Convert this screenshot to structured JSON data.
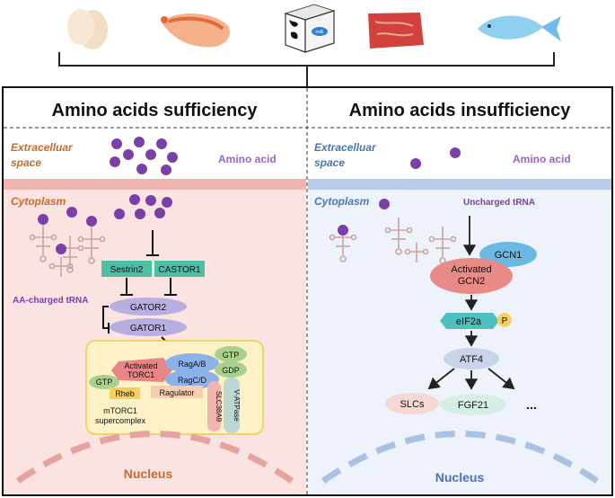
{
  "left": {
    "header": "Amino acids sufficiency",
    "extracellular_line1": "Extracelluar",
    "extracellular_line2": "space",
    "amino_acid": "Amino acid",
    "cytoplasm": "Cytoplasm",
    "aa_charged_trna": "AA-charged tRNA",
    "sestrin2": "Sestrin2",
    "castor1": "CASTOR1",
    "gator2": "GATOR2",
    "gator1": "GATOR1",
    "activated_torc1_line1": "Activated",
    "activated_torc1_line2": "TORC1",
    "rag_ab": "RagA/B",
    "rag_cd": "RagC/D",
    "gtp_top": "GTP",
    "gdp": "GDP",
    "gtp_left": "GTP",
    "rheb": "Rheb",
    "ragulator": "Ragulator",
    "slc38a9": "SLC38A9",
    "vatpase": "V-ATPase",
    "supercomplex_line1": "mTORC1",
    "supercomplex_line2": "supercomplex",
    "nucleus": "Nucleus"
  },
  "right": {
    "header": "Amino acids insufficiency",
    "extracellular_line1": "Extracelluar",
    "extracellular_line2": "space",
    "amino_acid": "Amino acid",
    "cytoplasm": "Cytoplasm",
    "uncharged_trna": "Uncharged tRNA",
    "gcn1": "GCN1",
    "activated_gcn2_line1": "Activated",
    "activated_gcn2_line2": "GCN2",
    "eif2a": "eIF2a",
    "phospho": "P",
    "atf4": "ATF4",
    "slcs": "SLCs",
    "fgf21": "FGF21",
    "ellipsis": "...",
    "nucleus": "Nucleus"
  },
  "food": {
    "milk_label": "milk"
  },
  "colors": {
    "amino_acid": "#7b3fa8",
    "left_bg": "#fbe3e1",
    "right_bg": "#eef2fb",
    "left_italic": "#c66a2a",
    "right_italic": "#4a73b8",
    "teal": "#4dbfa5",
    "lavender": "#b8aee0",
    "rag_blue": "#8cb1e8",
    "gtp_green": "#a9d18e",
    "torc1_red": "#e98585",
    "rheb_yellow": "#f7cf5c",
    "ragulator_peach": "#f7cdb0",
    "gcn1_blue": "#6bb8e3",
    "gcn2_red": "#e88a86",
    "eif2a_teal": "#4ec0c0",
    "slcs_pink": "#f6d7d4",
    "fgf21_mint": "#d6efe6"
  }
}
